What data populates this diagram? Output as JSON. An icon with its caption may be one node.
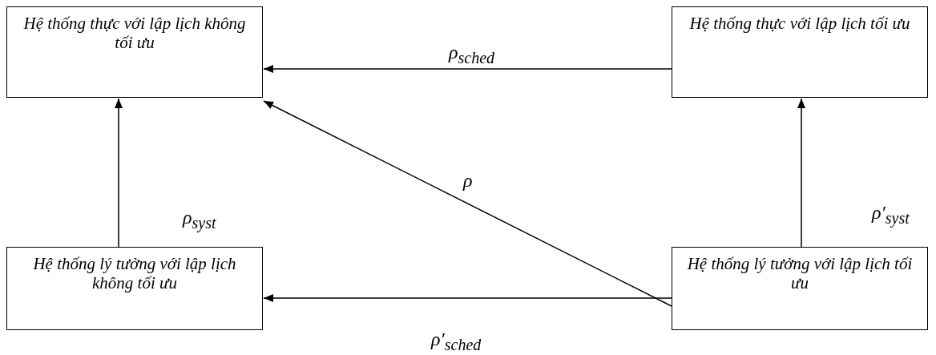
{
  "diagram": {
    "nodes": [
      {
        "text": [
          "Hệ thống thực với lập lịch không tối ưu"
        ]
      },
      {
        "text": [
          "Hệ thống thực với lập lịch tối ưu"
        ]
      },
      {
        "text": [
          "Hệ thống lý tưởng với lập lịch không tối ưu"
        ]
      },
      {
        "text": [
          "Hệ thống lý tưởng với lập lịch tối ưu"
        ]
      }
    ],
    "edges": [
      {
        "from": 1,
        "to": 0,
        "arrow": "to",
        "label": "ρ$_{sched}$"
      },
      {
        "from": 3,
        "to": 0,
        "arrow": "to",
        "label": "ρ"
      },
      {
        "from": 2,
        "to": 0,
        "arrow": "to",
        "label": "ρ$_{syst}$"
      },
      {
        "from": 3,
        "to": 1,
        "arrow": "to",
        "label": "ρ′$_{syst}$"
      },
      {
        "from": 3,
        "to": 2,
        "arrow": "to",
        "label": "ρ′$_{sched}$"
      }
    ]
  }
}
